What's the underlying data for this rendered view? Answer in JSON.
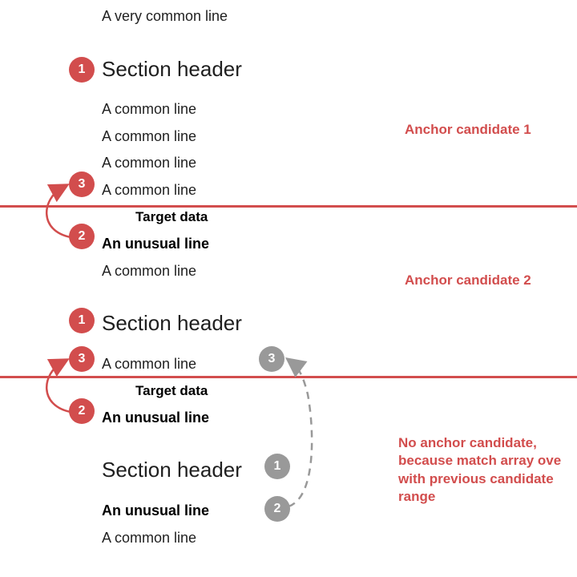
{
  "lines": {
    "very_common": "A very common line",
    "section_header": "Section header",
    "common": "A common line",
    "unusual": "An unusual line",
    "target": "Target data"
  },
  "badges": {
    "one": "1",
    "two": "2",
    "three": "3"
  },
  "annotations": {
    "anchor1": "Anchor candidate 1",
    "anchor2": "Anchor candidate 2",
    "no_anchor": [
      "No anchor candidate,",
      "because match array ove",
      "with previous candidate",
      "range"
    ]
  },
  "colors": {
    "accent": "#d24d4d",
    "inactive": "#999999",
    "text": "#1f1f1f"
  }
}
